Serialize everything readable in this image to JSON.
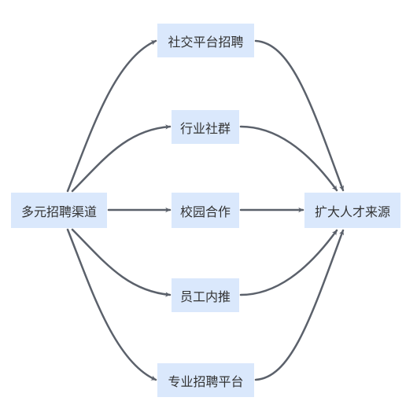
{
  "source": {
    "label": "多元招聘渠道"
  },
  "channels": [
    {
      "id": "social",
      "label": "社交平台招聘"
    },
    {
      "id": "industry",
      "label": "行业社群"
    },
    {
      "id": "campus",
      "label": "校园合作"
    },
    {
      "id": "referral",
      "label": "员工内推"
    },
    {
      "id": "platform",
      "label": "专业招聘平台"
    }
  ],
  "target": {
    "label": "扩大人才来源"
  },
  "edge_color": "#5b616b",
  "node_fill": "#dae8fc"
}
